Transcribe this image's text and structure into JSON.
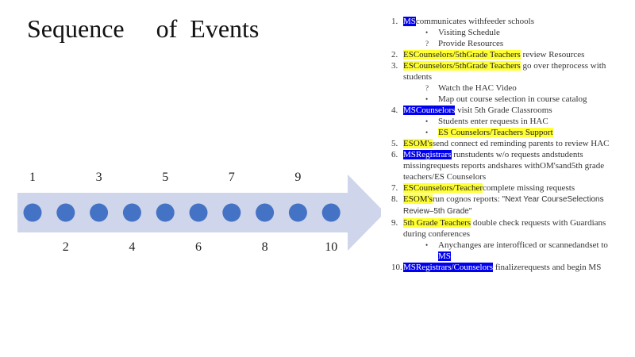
{
  "title": "Sequence     of  Events",
  "timeline": {
    "top_numbers": [
      "1",
      "3",
      "5",
      "7",
      "9"
    ],
    "bottom_numbers": [
      "2",
      "4",
      "6",
      "8",
      "10"
    ],
    "arrow_color": "#cfd5ea",
    "dot_color": "#4472c4",
    "dot_count": 10
  },
  "events": [
    {
      "num": "1.",
      "parts": [
        {
          "t": "MS",
          "hl": "blue"
        },
        {
          "t": "communicates withfeeder schools"
        }
      ],
      "sub": [
        {
          "b": "•",
          "t": "Visiting Schedule"
        },
        {
          "b": "?",
          "t": "Provide Resources"
        }
      ]
    },
    {
      "num": "2.",
      "parts": [
        {
          "t": "ESCounselors/5thGrade Teachers",
          "hl": "yellow"
        },
        {
          "t": " review Resources"
        }
      ]
    },
    {
      "num": "3.",
      "parts": [
        {
          "t": "ESCounselors/5thGrade Teachers",
          "hl": "yellow"
        },
        {
          "t": " go over theprocess with students"
        }
      ],
      "sub": [
        {
          "b": "?",
          "t": "Watch the HAC Video"
        },
        {
          "b": "•",
          "t": "Map out course selection in course catalog"
        }
      ]
    },
    {
      "num": "4.",
      "parts": [
        {
          "t": "MSCounselors",
          "hl": "blue"
        },
        {
          "t": " visit 5th Grade Classrooms"
        }
      ],
      "sub": [
        {
          "b": "•",
          "t": "Students enter requests in HAC"
        },
        {
          "b": "•",
          "t": "ES Counselors/Teachers Support",
          "hl": "yellow"
        }
      ]
    },
    {
      "num": "5.",
      "parts": [
        {
          "t": "ESOM's",
          "hl": "yellow"
        },
        {
          "t": "send  connect ed reminding parents to review HAC"
        }
      ]
    },
    {
      "num": "6.",
      "parts": [
        {
          "t": "MSRegistrars",
          "hl": "blue"
        },
        {
          "t": " runstudents w/o  requests andstudents missingrequests reports andshares  withOM'sand5th grade teachers/ES Counselors"
        }
      ]
    },
    {
      "num": "7.",
      "parts": [
        {
          "t": "ESCounselors/Teacher",
          "hl": "yellow"
        },
        {
          "t": "complete  missing requests"
        }
      ]
    },
    {
      "num": "8.",
      "parts": [
        {
          "t": "ESOM's",
          "hl": "yellow"
        },
        {
          "t": "run cognos  reports: "
        },
        {
          "t": "\"Next Year CourseSelections Review–5th  Grade\"",
          "font": "sans"
        }
      ]
    },
    {
      "num": "9.",
      "parts": [
        {
          "t": "5th Grade Teachers",
          "hl": "yellow"
        },
        {
          "t": " double check requests with Guardians during conferences"
        }
      ],
      "sub": [
        {
          "b": "•",
          "t": "Anychanges are interofficed or scannedandset  to ",
          "tail": {
            "t": "MS",
            "hl": "blue"
          }
        }
      ]
    },
    {
      "num": "10.",
      "parts": [
        {
          "t": "MSRegistrars/Counselors",
          "hl": "blue"
        },
        {
          "t": " finalizerequests and begin MS"
        }
      ]
    }
  ]
}
